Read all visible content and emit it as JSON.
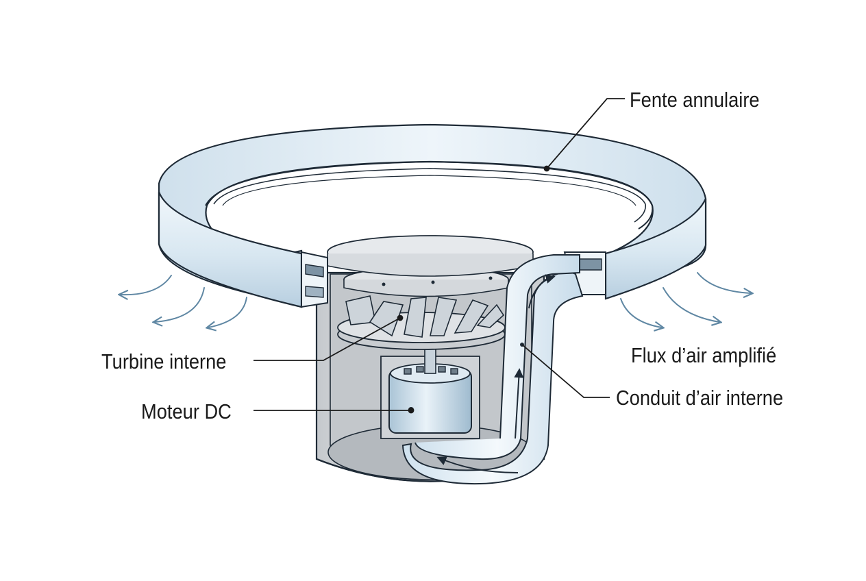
{
  "labels": {
    "slot": "Fente annulaire",
    "turbine": "Turbine interne",
    "motor": "Moteur DC",
    "airflow": "Flux d’air amplifié",
    "duct": "Conduit d’air interne"
  },
  "colors": {
    "outline": "#1e2a36",
    "ring_light": "#e6f1f8",
    "ring_mid": "#c9dcea",
    "ring_dark": "#a9c2d6",
    "housing": "#d6d9dc",
    "housing_dark": "#b9bec3",
    "arrow": "#8fb3cc",
    "leader": "#1a1a1a"
  }
}
